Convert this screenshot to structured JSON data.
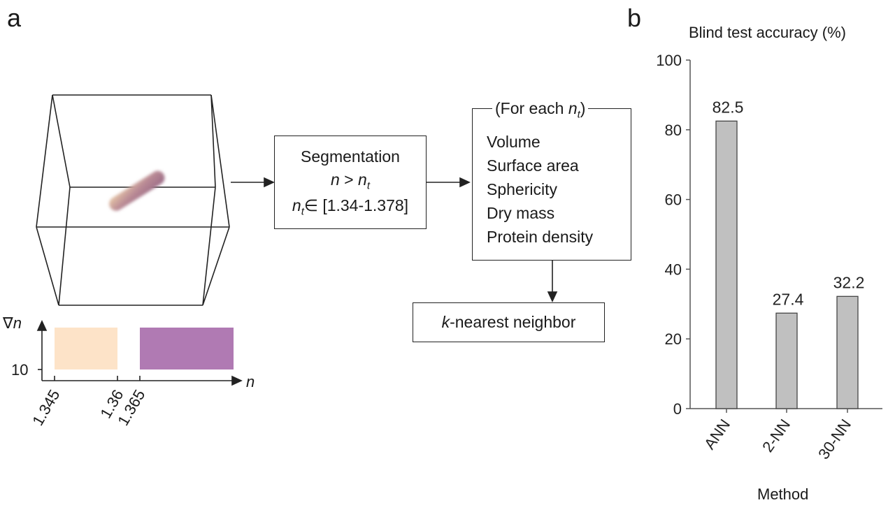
{
  "panel_a": {
    "letter": "a",
    "segmentation": {
      "title": "Segmentation",
      "cond_n": "n",
      "cond_op": " > ",
      "cond_nt": "n",
      "cond_sub": "t",
      "range_n": "n",
      "range_sub": "t",
      "range_text": "∈ [1.34-1.378]"
    },
    "features": {
      "title_pre": "(For each ",
      "title_n": "n",
      "title_sub": "t",
      "title_post": ")",
      "items": [
        "Volume",
        "Surface area",
        "Sphericity",
        "Dry mass",
        "Protein density"
      ]
    },
    "knn": {
      "k": "k",
      "rest": "-nearest neighbor"
    },
    "mini_chart": {
      "y_label_symbol": "∇",
      "y_label_var": "n",
      "y_tick": "10",
      "x_label": "n",
      "x_ticks": [
        "1.345",
        "1.36",
        "1.365"
      ],
      "colors": {
        "peach": "#fde3c8",
        "purple": "#b07ab3"
      }
    }
  },
  "panel_b": {
    "letter": "b",
    "chart_data": {
      "type": "bar",
      "title": "Blind test accuracy (%)",
      "xlabel": "Method",
      "ylabel": "",
      "categories": [
        "ANN",
        "2-NN",
        "30-NN"
      ],
      "values": [
        82.5,
        27.4,
        32.2
      ],
      "value_labels": [
        "82.5",
        "27.4",
        "32.2"
      ],
      "ylim": [
        0,
        100
      ],
      "yticks": [
        "0",
        "20",
        "40",
        "60",
        "80",
        "100"
      ],
      "bar_color": "#c0c0c0",
      "grid": false
    }
  }
}
